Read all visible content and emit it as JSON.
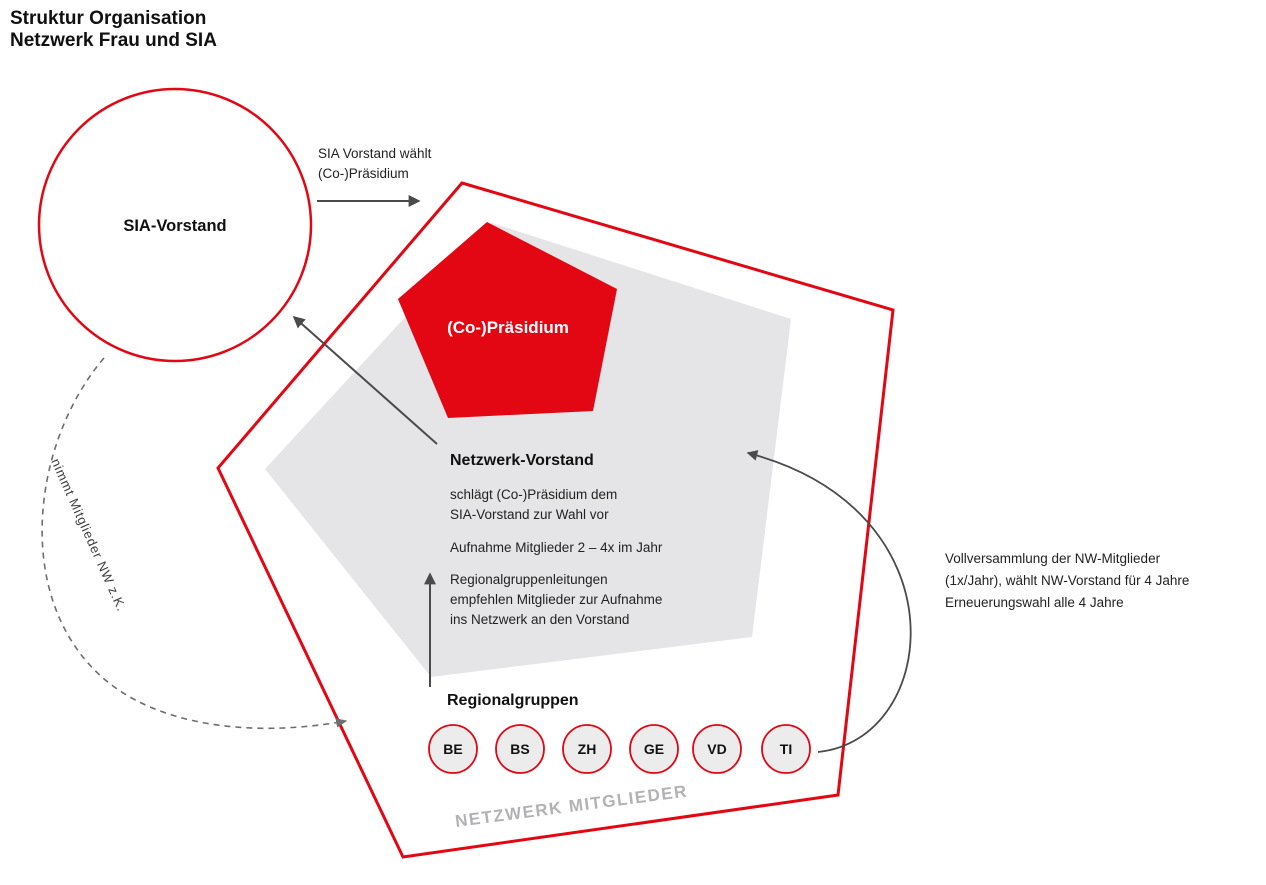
{
  "title": {
    "line1": "Struktur Organisation",
    "line2": "Netzwerk Frau und SIA"
  },
  "colors": {
    "red": "#e30613",
    "pentagon_gray": "#e5e5e7",
    "member_circle_fill": "#ececec",
    "arrow_dark": "#4a4a4a",
    "arrow_dashed": "#6e6e6e",
    "muted_label": "#b2b2b4",
    "text": "#1a1a1a",
    "white": "#ffffff"
  },
  "sia_vorstand": {
    "label": "SIA-Vorstand"
  },
  "praesidium": {
    "label": "(Co-)Präsidium"
  },
  "netzwerk_vorstand": {
    "heading": "Netzwerk-Vorstand",
    "para1": {
      "line1": "schlägt (Co-)Präsidium dem",
      "line2": "SIA-Vorstand zur Wahl vor"
    },
    "para2": "Aufnahme Mitglieder 2 – 4x im Jahr",
    "para3": {
      "line1": "Regionalgruppenleitungen",
      "line2": "empfehlen Mitglieder zur Aufnahme",
      "line3": "ins Netzwerk an den Vorstand"
    }
  },
  "regionalgruppen": {
    "heading": "Regionalgruppen",
    "groups": [
      "BE",
      "BS",
      "ZH",
      "GE",
      "VD",
      "TI"
    ]
  },
  "netzwerk_mitglieder": {
    "label": "NETZWERK MITGLIEDER"
  },
  "annotations": {
    "sia_waehlt": {
      "line1": "SIA Vorstand wählt",
      "line2": "(Co-)Präsidium"
    },
    "nimmt_mitglieder": "nimmt Mitglieder NW z.K.",
    "vollversammlung": {
      "line1": "Vollversammlung der NW-Mitglieder",
      "line2": "(1x/Jahr), wählt NW-Vorstand für 4 Jahre",
      "line3": "Erneuerungswahl alle 4 Jahre"
    }
  }
}
